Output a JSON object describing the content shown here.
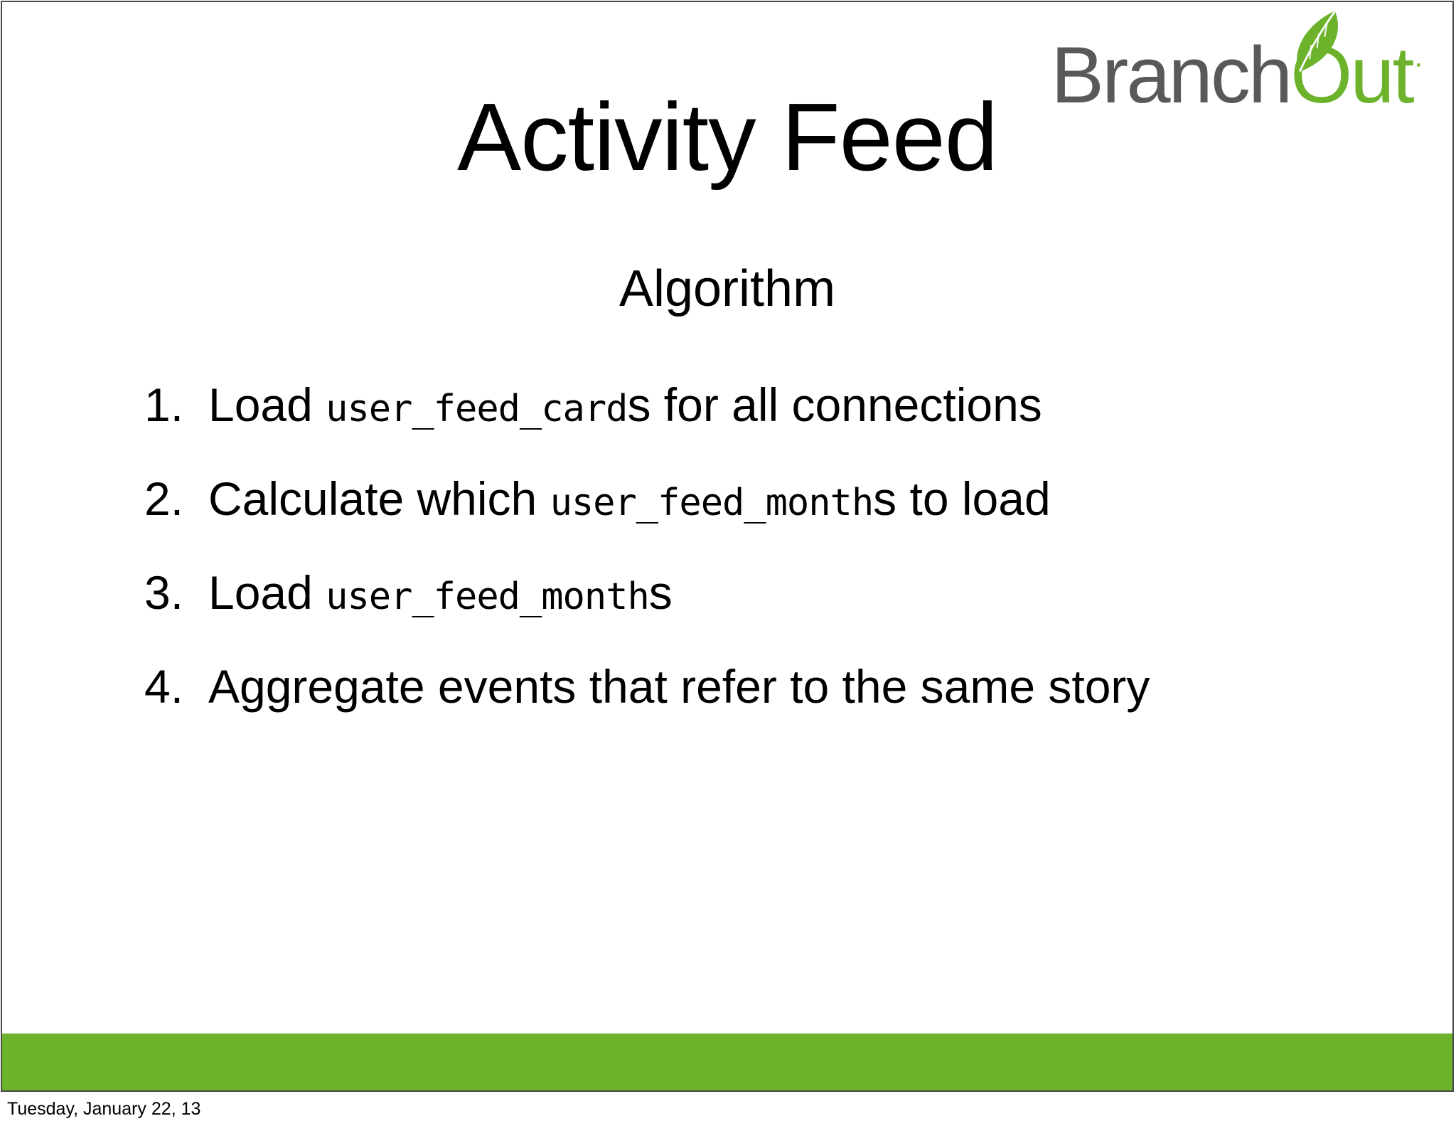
{
  "slide": {
    "title": "Activity Feed",
    "subtitle": "Algorithm",
    "steps": [
      {
        "number": "1.",
        "parts": [
          {
            "text": "Load ",
            "style": "normal"
          },
          {
            "text": "user_feed_card",
            "style": "code"
          },
          {
            "text": "s for all connections",
            "style": "normal"
          }
        ],
        "plain": "Load user_feed_cards for all connections"
      },
      {
        "number": "2.",
        "parts": [
          {
            "text": "Calculate which ",
            "style": "normal"
          },
          {
            "text": "user_feed_month",
            "style": "code"
          },
          {
            "text": "s to load",
            "style": "normal"
          }
        ],
        "plain": "Calculate which user_feed_months to load"
      },
      {
        "number": "3.",
        "parts": [
          {
            "text": "Load ",
            "style": "normal"
          },
          {
            "text": "user_feed_month",
            "style": "code"
          },
          {
            "text": "s",
            "style": "normal"
          }
        ],
        "plain": "Load user_feed_months"
      },
      {
        "number": "4.",
        "parts": [
          {
            "text": "Aggregate events that refer to the same story",
            "style": "normal"
          }
        ],
        "plain": "Aggregate events that refer to the same story"
      }
    ]
  },
  "logo": {
    "part_one": "Branch",
    "part_two": "Out",
    "trademark_dot": "·",
    "leaf_icon": "leaf-icon",
    "color_gray": "#595959",
    "color_green": "#6cb22b"
  },
  "footer": {
    "bar_color": "#6cb22b",
    "date": "Tuesday, January 22, 13"
  }
}
